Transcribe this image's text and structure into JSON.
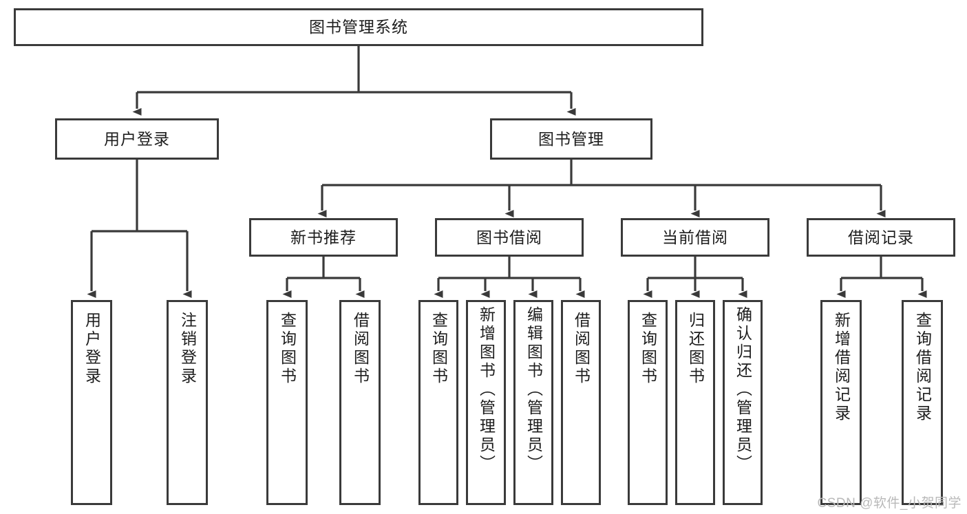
{
  "diagram": {
    "type": "tree-hierarchy",
    "title": "图书管理系统",
    "orientation": "top-down",
    "root": {
      "label": "图书管理系统"
    },
    "level2": [
      {
        "label": "用户登录"
      },
      {
        "label": "图书管理"
      }
    ],
    "level3": [
      {
        "label": "新书推荐"
      },
      {
        "label": "图书借阅"
      },
      {
        "label": "当前借阅"
      },
      {
        "label": "借阅记录"
      }
    ],
    "leaves": {
      "user_login": [
        {
          "label": "用户登录"
        },
        {
          "label": "注销登录"
        }
      ],
      "new_book_recommend": [
        {
          "label": "查询图书"
        },
        {
          "label": "借阅图书"
        }
      ],
      "book_borrow": [
        {
          "label": "查询图书"
        },
        {
          "label": "新增图书（管理员）"
        },
        {
          "label": "编辑图书（管理员）"
        },
        {
          "label": "借阅图书"
        }
      ],
      "current_borrow": [
        {
          "label": "查询图书"
        },
        {
          "label": "归还图书"
        },
        {
          "label": "确认归还（管理员）"
        }
      ],
      "borrow_record": [
        {
          "label": "新增借阅记录"
        },
        {
          "label": "查询借阅记录"
        }
      ]
    },
    "colors": {
      "box_border": "#3a3a3a",
      "box_fill": "#ffffff",
      "connector": "#3a3a3a",
      "text": "#1d1d1d",
      "watermark": "#b9b9b9",
      "background": "#ffffff"
    }
  },
  "watermark": {
    "text": "CSDN @软件_小贺同学"
  }
}
